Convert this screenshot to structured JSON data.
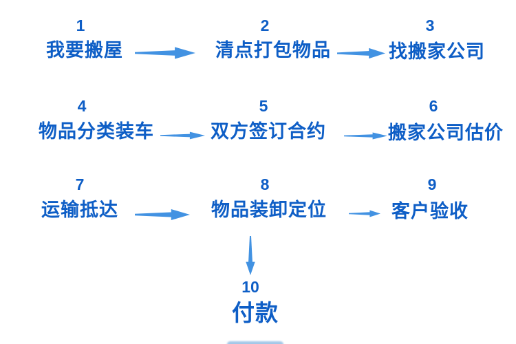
{
  "diagram": {
    "type": "flowchart",
    "text_color": "#0e5ec6",
    "arrow_color": "#4292e2",
    "steps": [
      {
        "number": "1",
        "label": "我要搬屋"
      },
      {
        "number": "2",
        "label": "清点打包物品"
      },
      {
        "number": "3",
        "label": "找搬家公司"
      },
      {
        "number": "4",
        "label": "物品分类装车"
      },
      {
        "number": "5",
        "label": "双方签订合约"
      },
      {
        "number": "6",
        "label": "搬家公司估价"
      },
      {
        "number": "7",
        "label": "运输抵达"
      },
      {
        "number": "8",
        "label": "物品装卸定位"
      },
      {
        "number": "9",
        "label": "客户验收"
      },
      {
        "number": "10",
        "label": "付款"
      }
    ],
    "connections": [
      "1->2",
      "2->3",
      "4->5",
      "5->6",
      "7->8",
      "8->9",
      "8->10"
    ]
  }
}
